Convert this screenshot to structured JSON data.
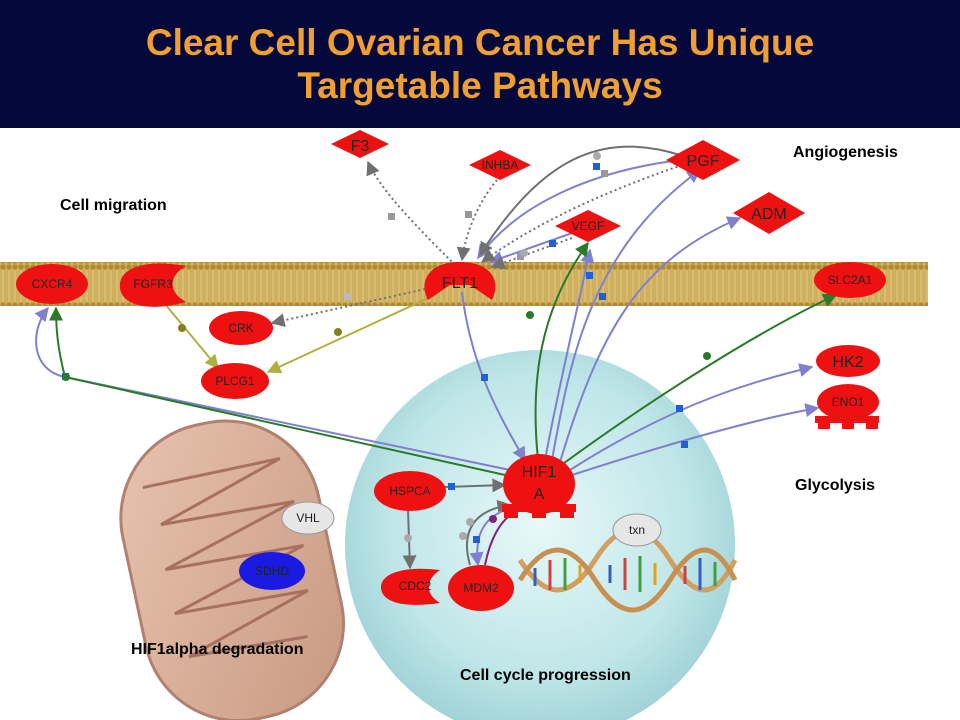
{
  "slide": {
    "title_line1": "Clear Cell Ovarian Cancer Has Unique",
    "title_line2": "Targetable Pathways"
  },
  "colors": {
    "header_bg": "#04083a",
    "title": "#f0a030",
    "node_red": "#ee1111",
    "node_blue": "#1a1ae0",
    "node_gray": "#e6e6e6",
    "edge_purple": "#8080d0",
    "edge_green": "#2a7a2a",
    "edge_olive": "#b0b040",
    "edge_gray": "#707070"
  },
  "regions": {
    "angiogenesis": "Angiogenesis",
    "cell_migration": "Cell migration",
    "glycolysis": "Glycolysis",
    "hif_degradation": "HIF1alpha degradation",
    "cell_cycle": "Cell cycle progression"
  },
  "nodes": {
    "f3": "F3",
    "inhba": "INHBA",
    "pgf": "PGF",
    "adm": "ADM",
    "vegf": "VEGF",
    "flt1": "FLT1",
    "cxcr4": "CXCR4",
    "fgfr3": "FGFR3",
    "slc2a1": "SLC2A1",
    "crk": "CRK",
    "plcg1": "PLCG1",
    "hk2": "HK2",
    "eno1": "ENO1",
    "hif1a_1": "HIF1",
    "hif1a_2": "A",
    "hspca": "HSPCA",
    "vhl": "VHL",
    "sdhd": "SDHD",
    "cdc2": "CDC2",
    "mdm2": "MDM2",
    "txn": "txn"
  }
}
